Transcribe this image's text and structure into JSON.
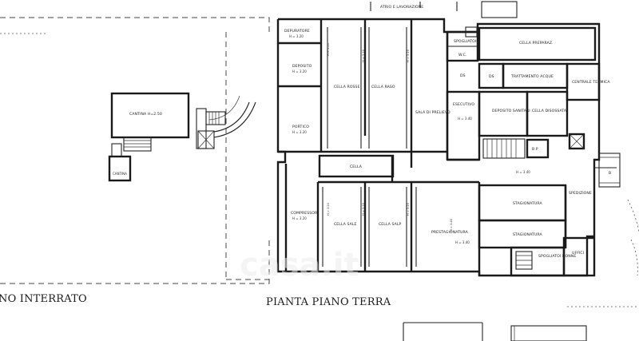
{
  "plan_ground_caption": "PIANTA PIANO TERRA",
  "plan_basement_caption": "NO INTERRATO",
  "top_label": "ATRIO E LAVORAZIONE",
  "watermark": "casa.it",
  "colors": {
    "ink": "#1a1a1a",
    "paper": "#ffffff"
  },
  "rooms": {
    "depuratore": "DEPURATORE",
    "depuratore_h": "H = 3.20",
    "deposito": "DEPOSITO",
    "deposito_h": "H = 3.20",
    "cella_rosse": "CELLA ROSSE",
    "cella_raso": "CELLA RASO",
    "portico": "PORTICO",
    "portico_h": "H = 3.20",
    "sala_prelievo": "SALA DI PRELIEVO",
    "spogliatoio": "SPOGLIATOIO",
    "wc": "W.C.",
    "ds": "DS",
    "ds2": "DS",
    "cella_preraffr": "CELLA PREPARAZ.",
    "trattamento": "TRATTAMENTO ACQUE",
    "centrale": "CENTRALE TERMICA",
    "esecutivo": "ESECUTIVO",
    "esecutivo_h": "H = 3.40",
    "deposito_sanitari": "DEPOSITO SANITARI",
    "cella_disossata": "CELLA DISOSSATA",
    "cella": "CELLA",
    "h340": "H = 3.40",
    "compressori": "COMPRESSORI",
    "compressori_h": "H = 3.20",
    "cella_sale": "CELLA SALE",
    "cella_salp": "CELLA SALP",
    "prestagionatura": "PRESTAGIONATURA",
    "prestag_h": "H = 3.40",
    "stagionatura1": "STAGIONATURA",
    "stagionatura2": "STAGIONATURA",
    "spedizione": "SPEDIZIONE",
    "spogliatoi_donne": "SPOGLIATOI DONNE",
    "uffici": "UFFICI",
    "cantina": "CANTINA H=2.50",
    "cantina2": "CANTINA",
    "b": "B",
    "bp": "B P"
  },
  "heights": {
    "h320": "H = 3.20",
    "h340": "H = 3.40"
  }
}
